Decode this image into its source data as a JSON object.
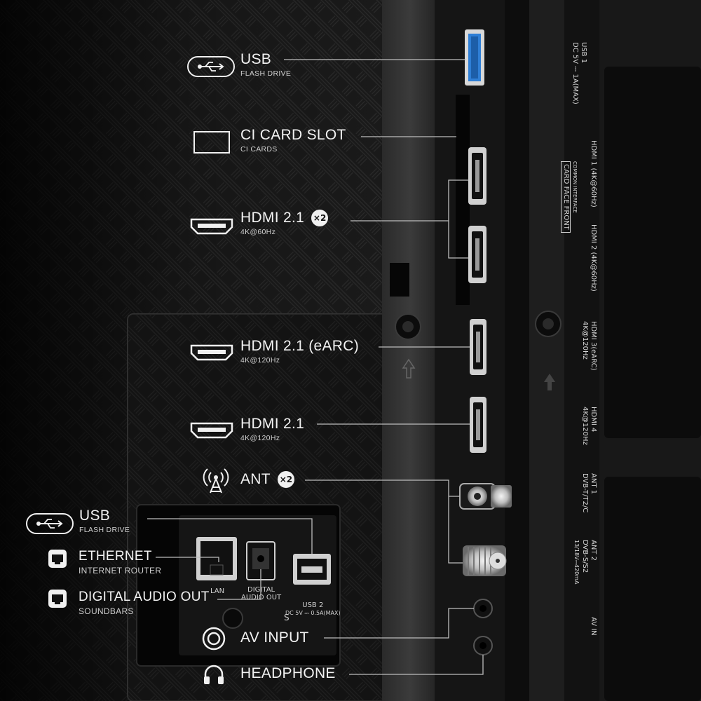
{
  "callouts": {
    "usb_top": {
      "title": "USB",
      "subtitle": "FLASH DRIVE"
    },
    "ci_slot": {
      "title": "CI CARD SLOT",
      "subtitle": "CI CARDS"
    },
    "hdmi_60": {
      "title": "HDMI 2.1",
      "badge": "×2",
      "subtitle": "4K@60Hz"
    },
    "hdmi_earc": {
      "title": "HDMI 2.1 (eARC)",
      "subtitle": "4K@120Hz"
    },
    "hdmi_120": {
      "title": "HDMI 2.1",
      "subtitle": "4K@120Hz"
    },
    "ant": {
      "title": "ANT",
      "badge": "×2"
    },
    "usb_bottom": {
      "title": "USB",
      "subtitle": "FLASH DRIVE"
    },
    "ethernet": {
      "title": "ETHERNET",
      "subtitle": "INTERNET ROUTER"
    },
    "digital_audio": {
      "title": "DIGITAL AUDIO OUT",
      "subtitle": "SOUNDBARS"
    },
    "av_input": {
      "title": "AV INPUT"
    },
    "headphone": {
      "title": "HEADPHONE"
    }
  },
  "panel_print": {
    "usb1": [
      "USB 1",
      "DC 5V ⎓ 1A(MAX)"
    ],
    "common_interface": [
      "COMMON INTERFACE",
      "CARD FACE FRONT"
    ],
    "hdmi1": "HDMI 1 (4K@60Hz)",
    "hdmi2": "HDMI 2 (4K@60Hz)",
    "hdmi3": [
      "HDMI 3(eARC)",
      "4K@120Hz"
    ],
    "hdmi4": [
      "HDMI 4",
      "4K@120Hz"
    ],
    "ant1": [
      "ANT 1",
      "DVB-T/T2/C"
    ],
    "ant2": [
      "ANT 2",
      "DVB-S/S2",
      "13/18V⎓420mA"
    ],
    "av_in": "AV IN",
    "lan": "LAN",
    "digital_audio_out": [
      "DIGITAL",
      "AUDIO OUT"
    ],
    "usb2": [
      "USB 2",
      "DC 5V ⎓ 0.5A(MAX)"
    ],
    "s_mark": "S"
  },
  "colors": {
    "background": "#0b0b0b",
    "label_text": "#f2f2f2",
    "leader_line": "#bdbdbd",
    "usb_blue": "#2f7fd6"
  },
  "icons": [
    "usb-icon",
    "ci-card-icon",
    "hdmi-icon",
    "antenna-icon",
    "ethernet-icon",
    "optical-icon",
    "av-icon",
    "headphone-icon"
  ]
}
